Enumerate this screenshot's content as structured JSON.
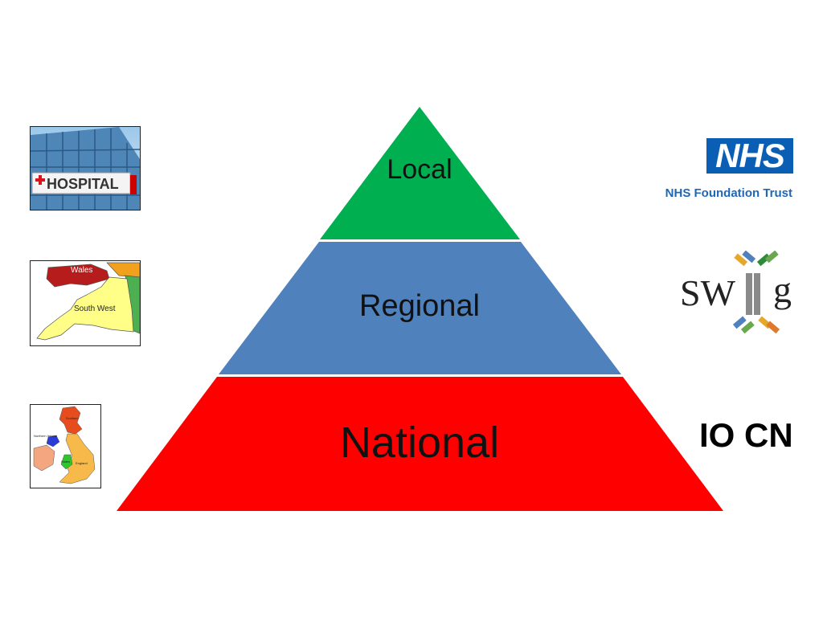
{
  "pyramid": {
    "tiers": [
      {
        "label": "Local",
        "color": "#00b050"
      },
      {
        "label": "Regional",
        "color": "#4f81bd"
      },
      {
        "label": "National",
        "color": "#ff0000"
      }
    ]
  },
  "left_images": {
    "hospital_sign": "HOSPITAL",
    "region_map_labels": [
      "Wales",
      "South West"
    ],
    "uk_map_labels": [
      "Scotland",
      "Northern Ireland",
      "Wales",
      "England"
    ]
  },
  "right_logos": {
    "nhs_logo": "NHS",
    "nhs_subtitle": "NHS Foundation Trust",
    "swg_left": "SW",
    "swg_right": "g",
    "iocn": "IO CN"
  },
  "colors": {
    "nhs_blue": "#0a5fb4",
    "green": "#00b050",
    "blue": "#4f81bd",
    "red": "#ff0000"
  }
}
